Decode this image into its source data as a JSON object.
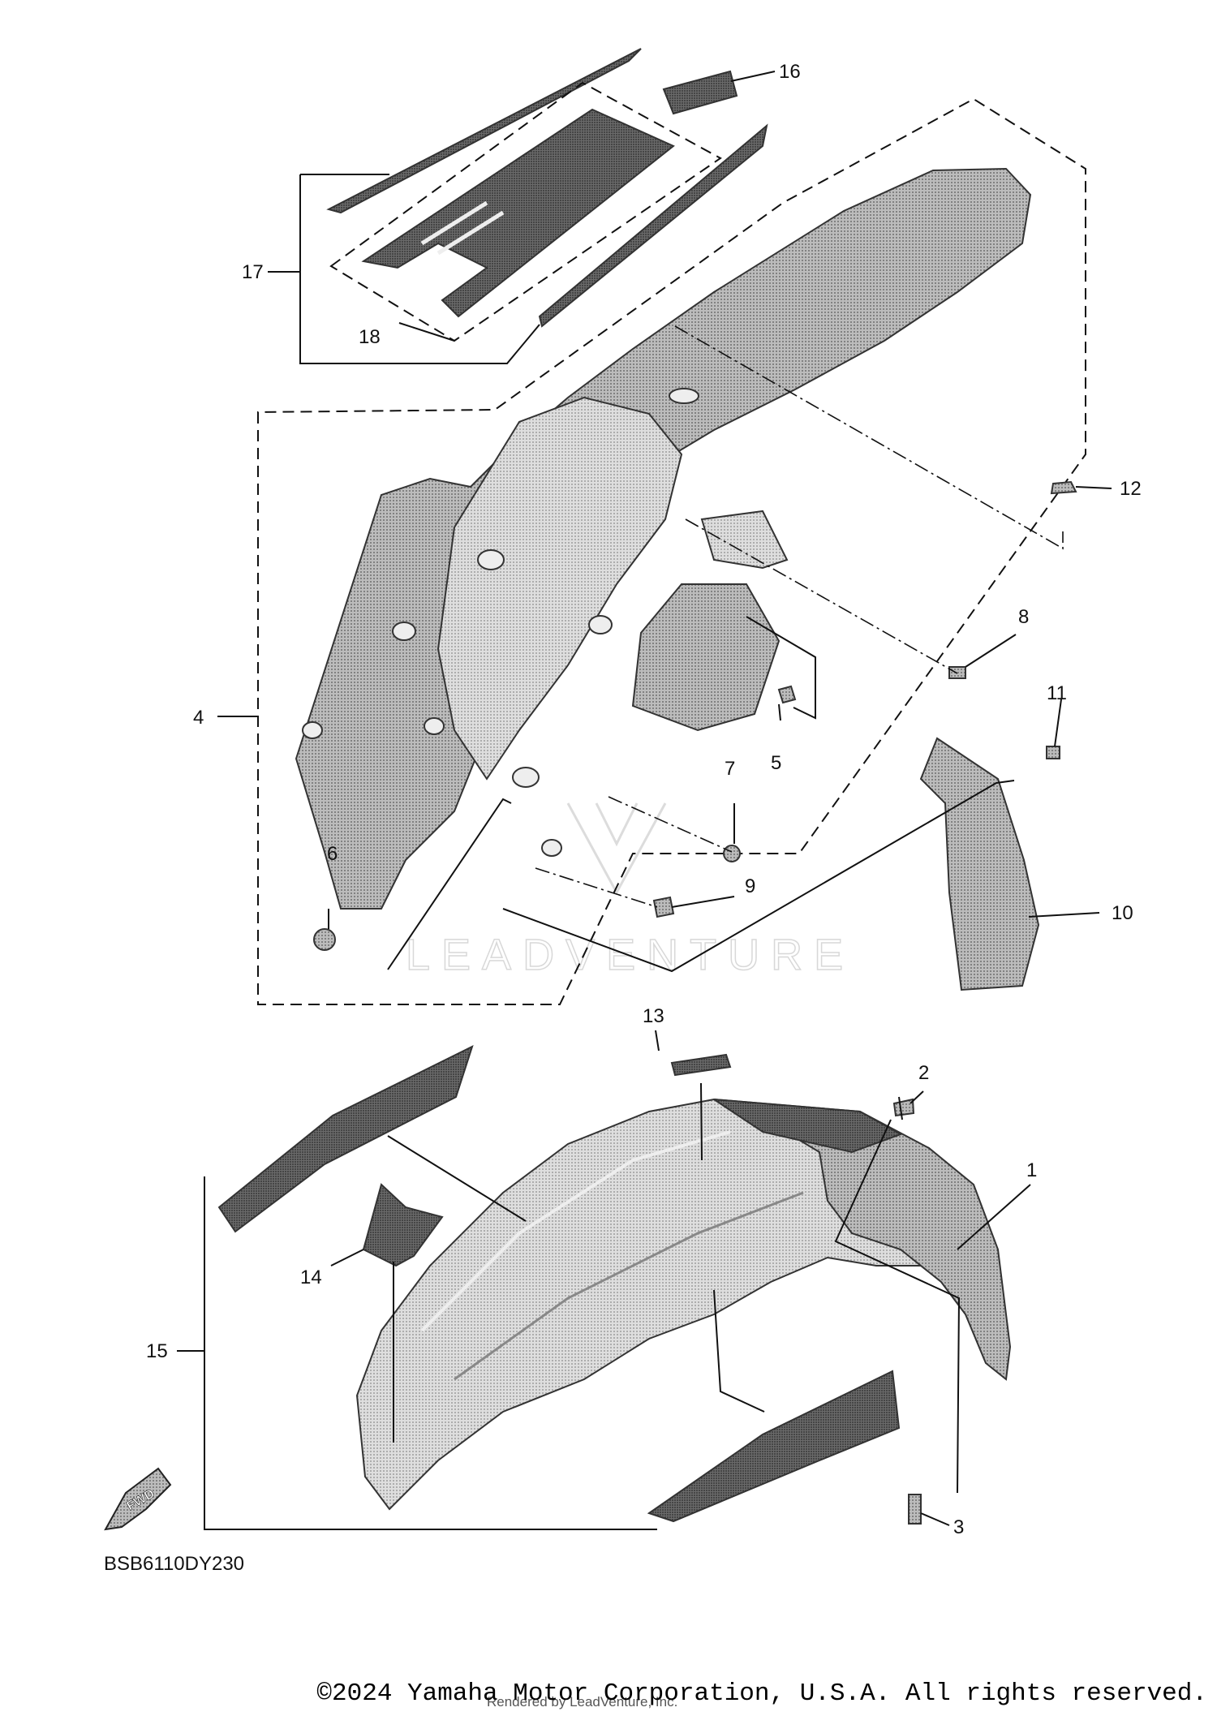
{
  "diagram": {
    "code": "BSB6110DY230",
    "fwd_label": "FWD",
    "watermark": "LEADVENTURE",
    "callouts": [
      "1",
      "2",
      "3",
      "4",
      "5",
      "6",
      "7",
      "8",
      "9",
      "10",
      "11",
      "12",
      "13",
      "14",
      "15",
      "16",
      "17",
      "18"
    ]
  },
  "footer": {
    "copyright": "©2024 Yamaha Motor Corporation, U.S.A. All rights reserved.",
    "rendered_by": "Rendered by LeadVenture, Inc."
  },
  "colors": {
    "ink": "#111111",
    "part_gray": "#9a9a9a",
    "decal_dark": "#4a4a4a",
    "background": "#ffffff"
  }
}
